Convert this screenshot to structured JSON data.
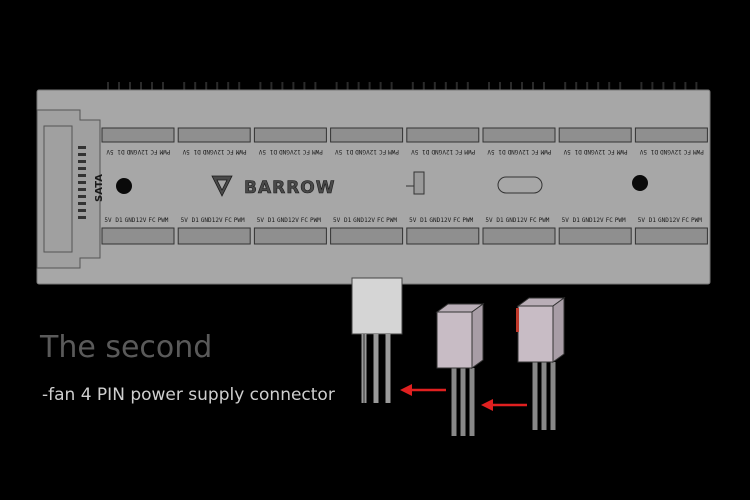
{
  "board": {
    "brand": "BARROW",
    "sata_label": "SATA",
    "pin_labels": [
      "5V",
      "D1",
      "GND",
      "12V",
      "FC",
      "PWM"
    ]
  },
  "caption": {
    "title": "The second",
    "subtitle": "-fan 4 PIN power supply connector"
  },
  "colors": {
    "background": "#000000",
    "board": "#a7a7a7",
    "pin_red": "#c0392b",
    "pin_green": "#27ae60",
    "arrow": "#e02020",
    "connector_housing": "#c8bcc5"
  }
}
